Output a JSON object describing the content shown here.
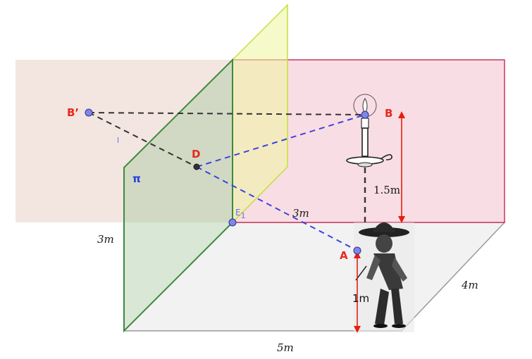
{
  "colors": {
    "back_wall": "#f3e5e0",
    "pink_wall": "#f9dde4",
    "pink_wall_stroke": "#c8375f",
    "floor": "#f2f2f2",
    "floor_stroke": "#9a9a9a",
    "green_plane": "#a8c9a3",
    "green_stroke": "#3c8a3a",
    "yellow_plane": "#eef6a0",
    "yellow_stroke": "#c4df38",
    "point_fill": "#7f86e8",
    "point_stroke": "#2f2f8f",
    "label_red": "#e8271d",
    "label_blue": "#2a3fd6",
    "blue_dash": "#3a45e0",
    "black_dash": "#333333",
    "arrow_red": "#e61e10"
  },
  "points": {
    "B_prime": "B’",
    "B": "B",
    "D": "D",
    "A": "A",
    "E1_main": "E",
    "E1_sub": "1"
  },
  "labels": {
    "plane": "π",
    "line_mark": "l",
    "height_left": "3m",
    "width_bottom": "5m",
    "depth_right": "4m",
    "candle_height": "1.5m",
    "distance": "3m",
    "eye_height": "1m"
  },
  "icons": {
    "figure": "man-with-sombrero-icon",
    "candle": "candle-holder-icon"
  }
}
